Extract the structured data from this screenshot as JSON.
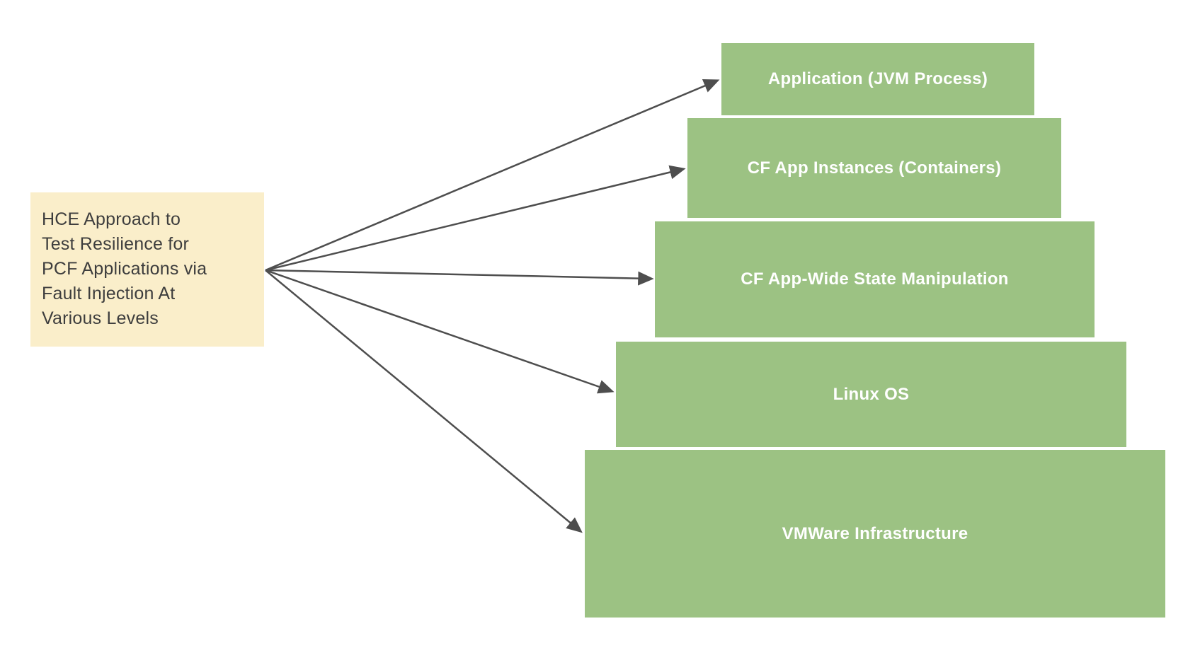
{
  "diagram": {
    "note": {
      "lines": [
        "HCE Approach to",
        "Test Resilience for",
        "PCF Applications via",
        "Fault Injection At",
        "Various Levels"
      ],
      "bg_color": "#faeeca",
      "text_color": "#3d3d3d"
    },
    "levels": [
      {
        "label": "Application (JVM Process)"
      },
      {
        "label": "CF App Instances (Containers)"
      },
      {
        "label": "CF App-Wide State Manipulation"
      },
      {
        "label": "Linux OS"
      },
      {
        "label": "VMWare Infrastructure"
      }
    ],
    "level_fill_color": "#9cc283",
    "level_text_color": "#ffffff",
    "arrow_color": "#4e4e4e",
    "background_color": "#ffffff"
  }
}
